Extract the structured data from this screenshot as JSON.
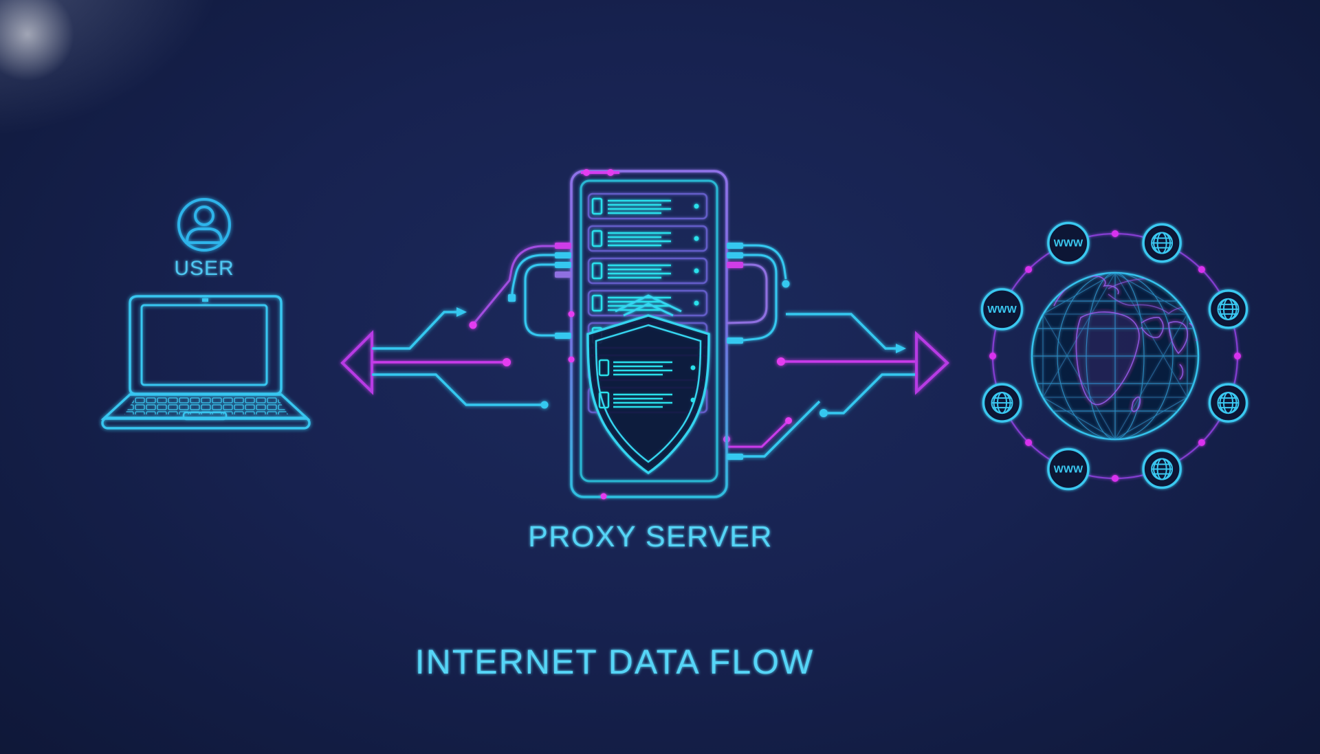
{
  "title": {
    "label": "INTERNET DATA FLOW"
  },
  "user": {
    "label": "USER"
  },
  "proxy_server": {
    "label": "PROXY SERVER"
  },
  "internet_nodes": {
    "www_labels": [
      "WWW",
      "WWW",
      "WWW"
    ]
  },
  "icons": {
    "user": "user-icon",
    "laptop": "laptop-icon",
    "proxy_server": "server-tower-icon",
    "shield": "shield-icon",
    "globe": "wireframe-globe-icon",
    "www_node": "www-node-icon",
    "globe_node": "globe-node-icon",
    "left_arrow": "left-data-flow-arrow",
    "right_arrow": "right-data-flow-arrow"
  },
  "colors": {
    "background": "#121c42",
    "cyan": "#3bc9f2",
    "teal": "#2fc0dc",
    "violet": "#7f6ae0",
    "magenta": "#c93bea",
    "pink": "#e43df0",
    "text_cyan": "#57d5f7"
  }
}
